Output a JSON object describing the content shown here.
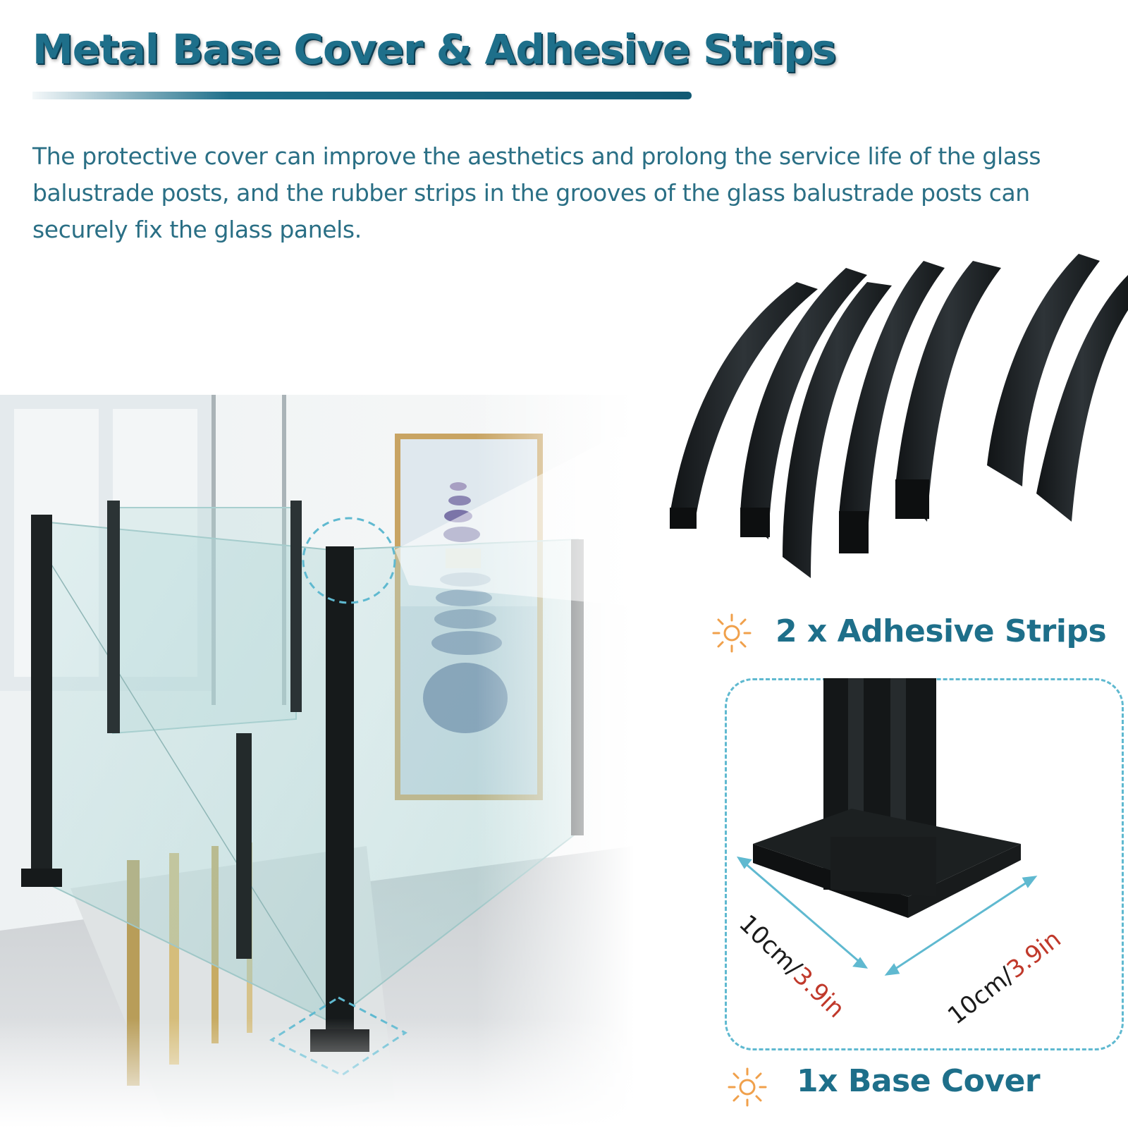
{
  "header": {
    "title": "Metal Base Cover & Adhesive Strips",
    "description": "The protective cover can improve the aesthetics and prolong the service life of the glass balustrade posts, and the rubber strips in the grooves of the glass balustrade posts can securely fix the glass panels."
  },
  "strips": {
    "label": "2 x Adhesive Strips",
    "icon": "sun-icon"
  },
  "base": {
    "label": "1x Base Cover",
    "icon": "sun-icon",
    "dim_left_value": "10cm/",
    "dim_left_unit": "3.9in",
    "dim_right_value": "10cm/",
    "dim_right_unit": "3.9in"
  },
  "colors": {
    "accent": "#1e6f8a",
    "dashed": "#5fb9d0",
    "sun": "#f0a04b",
    "inch_red": "#c0392b"
  }
}
